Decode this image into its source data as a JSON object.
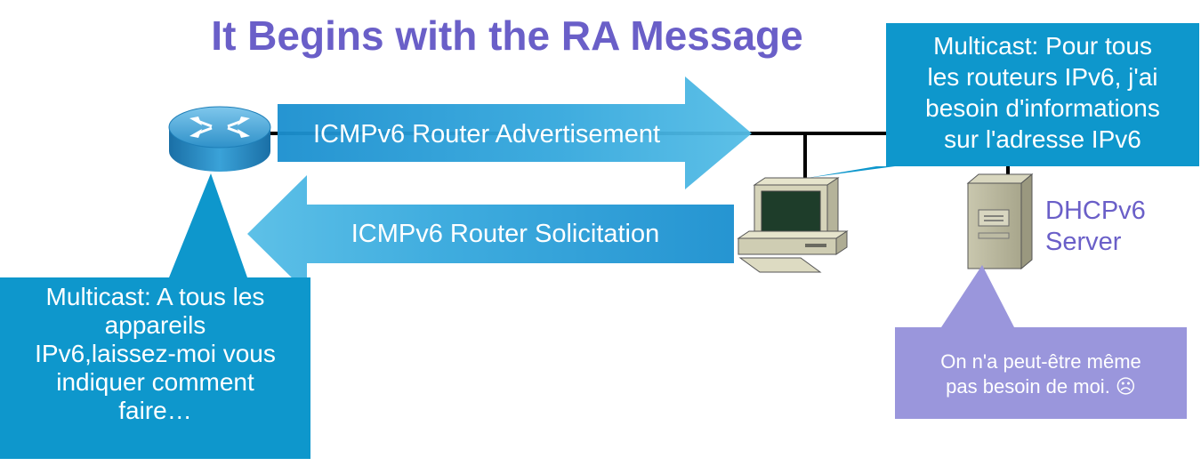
{
  "title": "It Begins with the RA Message",
  "arrows": {
    "advertisement": "ICMPv6 Router Advertisement",
    "solicitation": "ICMPv6 Router Solicitation"
  },
  "callouts": {
    "router": {
      "lines": [
        "Multicast: A tous les",
        "appareils",
        "IPv6,laissez-moi vous",
        "indiquer comment",
        "faire…"
      ]
    },
    "host": {
      "lines": [
        "Multicast: Pour tous",
        "les routeurs IPv6, j'ai",
        "besoin d'informations",
        "sur l'adresse IPv6"
      ]
    },
    "server": {
      "lines": [
        "On n'a peut-être même",
        "pas besoin de moi. ☹"
      ]
    }
  },
  "server": {
    "name_lines": [
      "DHCPv6",
      "Server"
    ]
  },
  "colors": {
    "title": "#6a5fc8",
    "arrow": "#2f9fd6",
    "callout_blue": "#0e97cc",
    "callout_purple": "#9a96dc",
    "server_label": "#6a5fc8",
    "network_line": "#000000"
  }
}
